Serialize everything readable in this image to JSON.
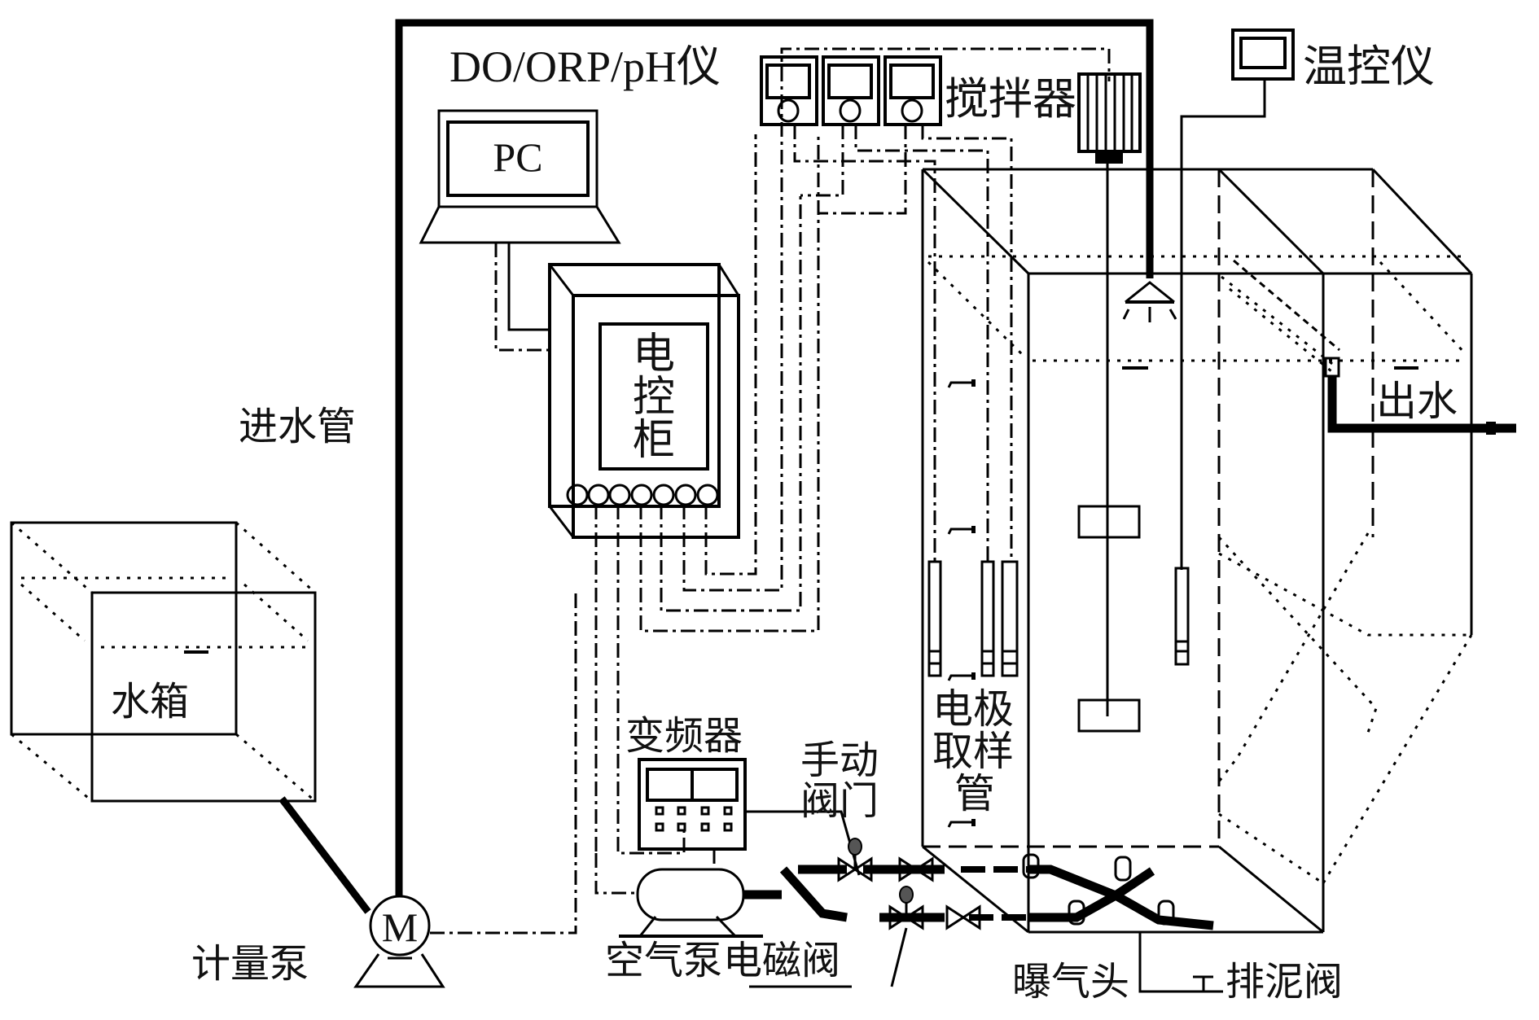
{
  "diagram": {
    "title": "SBR reactor experimental setup",
    "labels": {
      "water_tank": "水箱",
      "inlet_pipe": "进水管",
      "metering_pump": "计量泵",
      "pump_symbol": "M",
      "pc": "PC",
      "meters": "DO/ORP/pH仪",
      "control_cabinet_1": "电",
      "control_cabinet_2": "控",
      "control_cabinet_3": "柜",
      "stirrer": "搅拌器",
      "temp_controller": "温控仪",
      "outlet": "出水",
      "vfd": "变频器",
      "manual_valve_1": "手动",
      "manual_valve_2": "阀门",
      "air_pump": "空气泵",
      "solenoid_valve": "电磁阀",
      "electrode_1": "电极",
      "electrode_2": "取样",
      "electrode_3": "管",
      "aerator": "曝气头",
      "sludge_valve": "排泥阀"
    },
    "components": [
      "water-tank",
      "metering-pump",
      "inlet-pipe",
      "pc",
      "control-cabinet",
      "do-orp-ph-meters",
      "stirrer",
      "temperature-controller",
      "reactor",
      "outlet-pipe",
      "frequency-converter",
      "air-pump",
      "solenoid-valves",
      "manual-valves",
      "aeration-heads",
      "sampling-ports",
      "sludge-valve"
    ],
    "meter_count": 3,
    "cabinet_terminal_count": 7,
    "aerator_count": 4
  }
}
